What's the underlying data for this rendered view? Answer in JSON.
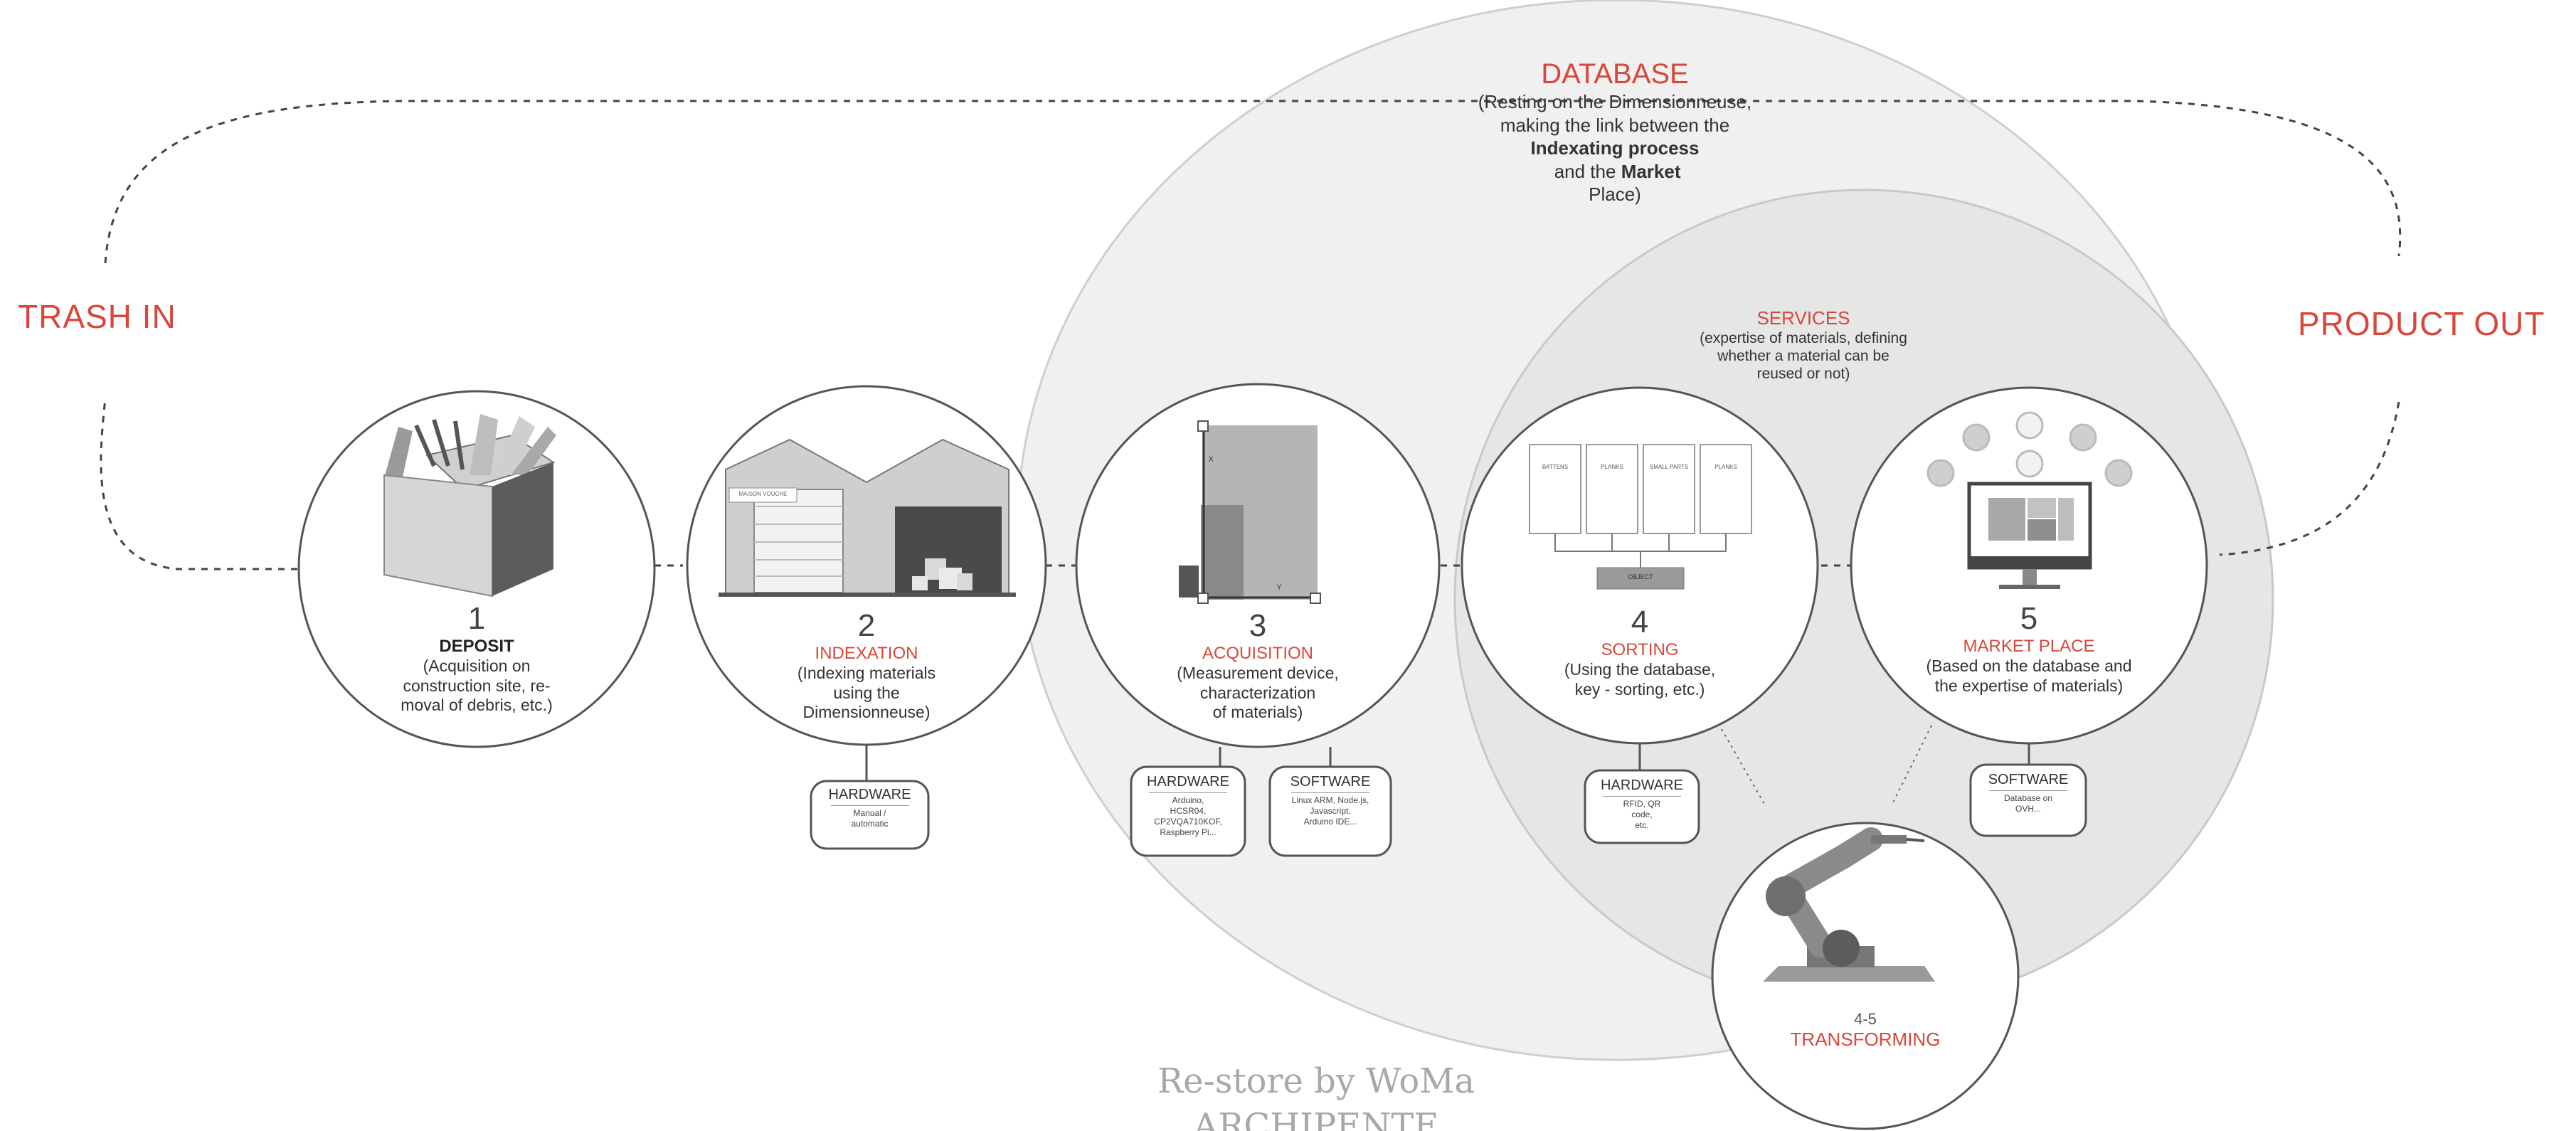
{
  "side_labels": {
    "left": "TRASH IN",
    "right": "PRODUCT OUT"
  },
  "database": {
    "title": "DATABASE",
    "line1": "(Resting on the Dimensionneuse,",
    "line2": "making the link between  the",
    "line3_bold": "Indexating process",
    "line3_mid": " and the ",
    "line3_bold2": "Market",
    "line4": "Place)"
  },
  "services": {
    "title": "SERVICES",
    "line1": "(expertise of materials, defining",
    "line2": "whether a material can be",
    "line3": "reused or not)"
  },
  "steps": [
    {
      "number": "1",
      "title": "DEPOSIT",
      "desc": [
        "(Acquisition on",
        "construction site, re-",
        "moval of debris, etc.)"
      ]
    },
    {
      "number": "2",
      "title": "INDEXATION",
      "desc": [
        "(Indexing materials",
        "using the",
        "Dimensionneuse)"
      ]
    },
    {
      "number": "3",
      "title": "ACQUISITION",
      "desc": [
        "(Measurement device,",
        "characterization",
        "of materials)"
      ]
    },
    {
      "number": "4",
      "title": "SORTING",
      "desc": [
        "(Using the database,",
        "key - sorting, etc.)"
      ]
    },
    {
      "number": "5",
      "title": "MARKET PLACE",
      "desc": [
        "(Based on the database and",
        "the expertise of materials)"
      ]
    }
  ],
  "tags": {
    "indexation_hw": {
      "title": "HARDWARE",
      "body": [
        "Manual /",
        "automatic"
      ]
    },
    "acq_hw": {
      "title": "HARDWARE",
      "body": [
        "Arduino,",
        "HCSR04,",
        "CP2VQA710KOF,",
        "Raspberry Pi..."
      ]
    },
    "acq_sw": {
      "title": "SOFTWARE",
      "body": [
        "Linux ARM, Node.js,",
        "Javascript,",
        "Arduino IDE..."
      ]
    },
    "sort_hw": {
      "title": "HARDWARE",
      "body": [
        "RFID, QR",
        "code,",
        "etc."
      ]
    },
    "mp_sw": {
      "title": "SOFTWARE",
      "body": [
        "Database on",
        "OVH..."
      ]
    }
  },
  "transforming": {
    "number": "4-5",
    "title": "TRANSFORMING"
  },
  "illustrations": {
    "warehouse_sign": "MAISON VOUCHE",
    "axis_x": "X",
    "axis_y": "Y",
    "sort_boxes": [
      "BATTENS",
      "PLANKS",
      "SMALL PARTS",
      "PLANKS"
    ],
    "sort_object": "OBJECT"
  },
  "watermark": {
    "line1": "Re-store by WoMa",
    "line2": "ARCHIPENTE"
  },
  "colors": {
    "accent": "#d8473b",
    "circle_fill": "#eeeeee",
    "inner_fill": "#e4e4e4",
    "line": "#555555"
  }
}
